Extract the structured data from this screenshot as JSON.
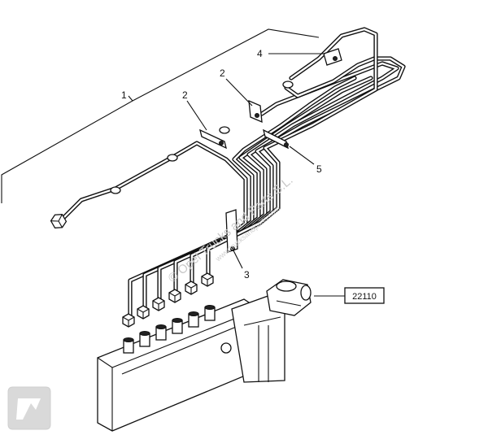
{
  "labels": {
    "assembly": "1",
    "clamp_left": "2",
    "clamp_right": "2",
    "clamp_lower": "3",
    "clamp_top": "4",
    "clamp_mid": "5"
  },
  "reference_box": "22110",
  "watermark": {
    "line1": "© Opel Trucks and Parts S.L.",
    "line2": "www.trucksandparts.com"
  },
  "logo": {
    "name": "watermark-logo-icon",
    "color": "#d9d9d9"
  },
  "colors": {
    "ink": "#111111",
    "background": "#ffffff",
    "watermark": "#c8c8c8"
  }
}
